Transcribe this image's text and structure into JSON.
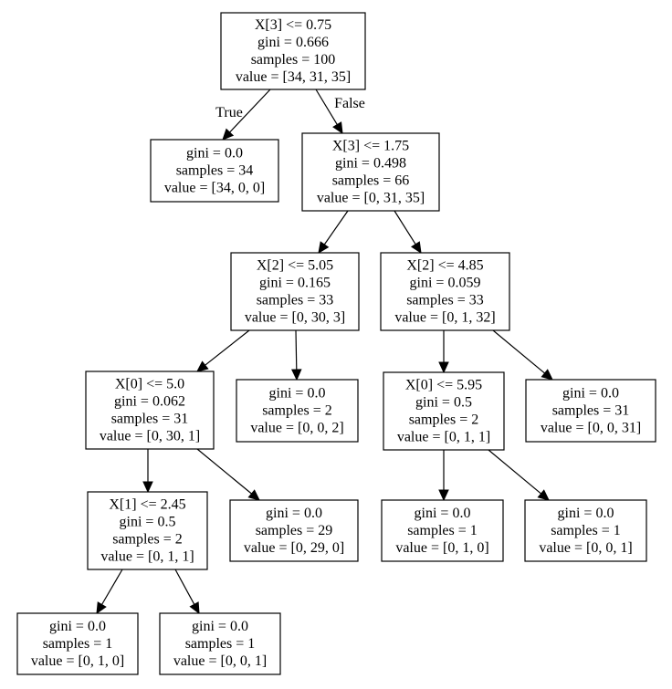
{
  "nodes": [
    {
      "id": "n0",
      "lines": [
        "X[3] <= 0.75",
        "gini = 0.666",
        "samples = 100",
        "value = [34, 31, 35]"
      ]
    },
    {
      "id": "n1",
      "lines": [
        "gini = 0.0",
        "samples = 34",
        "value = [34, 0, 0]"
      ]
    },
    {
      "id": "n2",
      "lines": [
        "X[3] <= 1.75",
        "gini = 0.498",
        "samples = 66",
        "value = [0, 31, 35]"
      ]
    },
    {
      "id": "n3",
      "lines": [
        "X[2] <= 5.05",
        "gini = 0.165",
        "samples = 33",
        "value = [0, 30, 3]"
      ]
    },
    {
      "id": "n4",
      "lines": [
        "X[2] <= 4.85",
        "gini = 0.059",
        "samples = 33",
        "value = [0, 1, 32]"
      ]
    },
    {
      "id": "n5",
      "lines": [
        "X[0] <= 5.0",
        "gini = 0.062",
        "samples = 31",
        "value = [0, 30, 1]"
      ]
    },
    {
      "id": "n6",
      "lines": [
        "gini = 0.0",
        "samples = 2",
        "value = [0, 0, 2]"
      ]
    },
    {
      "id": "n7",
      "lines": [
        "X[0] <= 5.95",
        "gini = 0.5",
        "samples = 2",
        "value = [0, 1, 1]"
      ]
    },
    {
      "id": "n8",
      "lines": [
        "gini = 0.0",
        "samples = 31",
        "value = [0, 0, 31]"
      ]
    },
    {
      "id": "n9",
      "lines": [
        "X[1] <= 2.45",
        "gini = 0.5",
        "samples = 2",
        "value = [0, 1, 1]"
      ]
    },
    {
      "id": "n10",
      "lines": [
        "gini = 0.0",
        "samples = 29",
        "value = [0, 29, 0]"
      ]
    },
    {
      "id": "n11",
      "lines": [
        "gini = 0.0",
        "samples = 1",
        "value = [0, 1, 0]"
      ]
    },
    {
      "id": "n12",
      "lines": [
        "gini = 0.0",
        "samples = 1",
        "value = [0, 0, 1]"
      ]
    },
    {
      "id": "n13",
      "lines": [
        "gini = 0.0",
        "samples = 1",
        "value = [0, 1, 0]"
      ]
    },
    {
      "id": "n14",
      "lines": [
        "gini = 0.0",
        "samples = 1",
        "value = [0, 0, 1]"
      ]
    }
  ],
  "edges": [
    {
      "from": "n0",
      "to": "n1",
      "label": "True"
    },
    {
      "from": "n0",
      "to": "n2",
      "label": "False"
    },
    {
      "from": "n2",
      "to": "n3",
      "label": ""
    },
    {
      "from": "n2",
      "to": "n4",
      "label": ""
    },
    {
      "from": "n3",
      "to": "n5",
      "label": ""
    },
    {
      "from": "n3",
      "to": "n6",
      "label": ""
    },
    {
      "from": "n4",
      "to": "n7",
      "label": ""
    },
    {
      "from": "n4",
      "to": "n8",
      "label": ""
    },
    {
      "from": "n5",
      "to": "n9",
      "label": ""
    },
    {
      "from": "n5",
      "to": "n10",
      "label": ""
    },
    {
      "from": "n7",
      "to": "n11",
      "label": ""
    },
    {
      "from": "n7",
      "to": "n12",
      "label": ""
    },
    {
      "from": "n9",
      "to": "n13",
      "label": ""
    },
    {
      "from": "n9",
      "to": "n14",
      "label": ""
    }
  ]
}
